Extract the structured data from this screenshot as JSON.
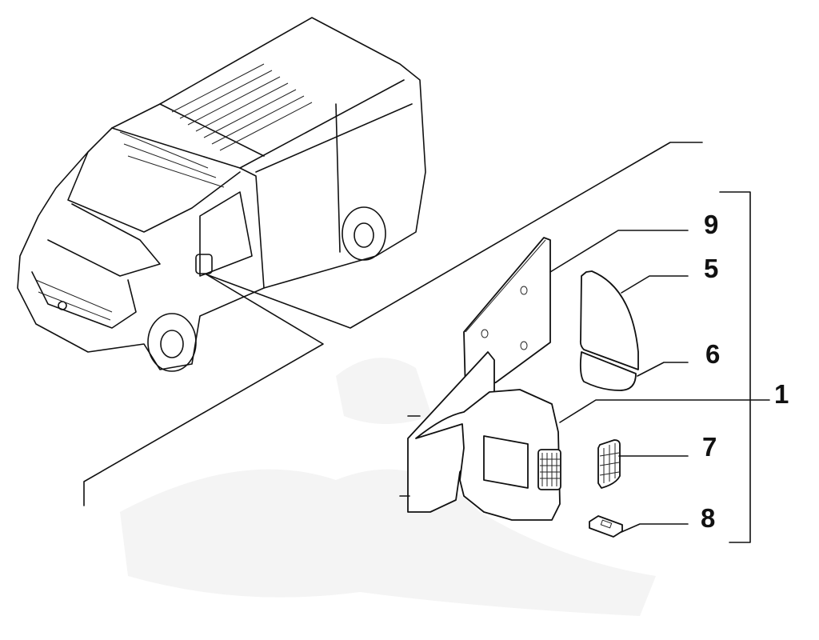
{
  "diagram": {
    "callouts": [
      {
        "id": "9",
        "label": "9"
      },
      {
        "id": "5",
        "label": "5"
      },
      {
        "id": "6",
        "label": "6"
      },
      {
        "id": "1",
        "label": "1"
      },
      {
        "id": "7",
        "label": "7"
      },
      {
        "id": "8",
        "label": "8"
      }
    ]
  }
}
